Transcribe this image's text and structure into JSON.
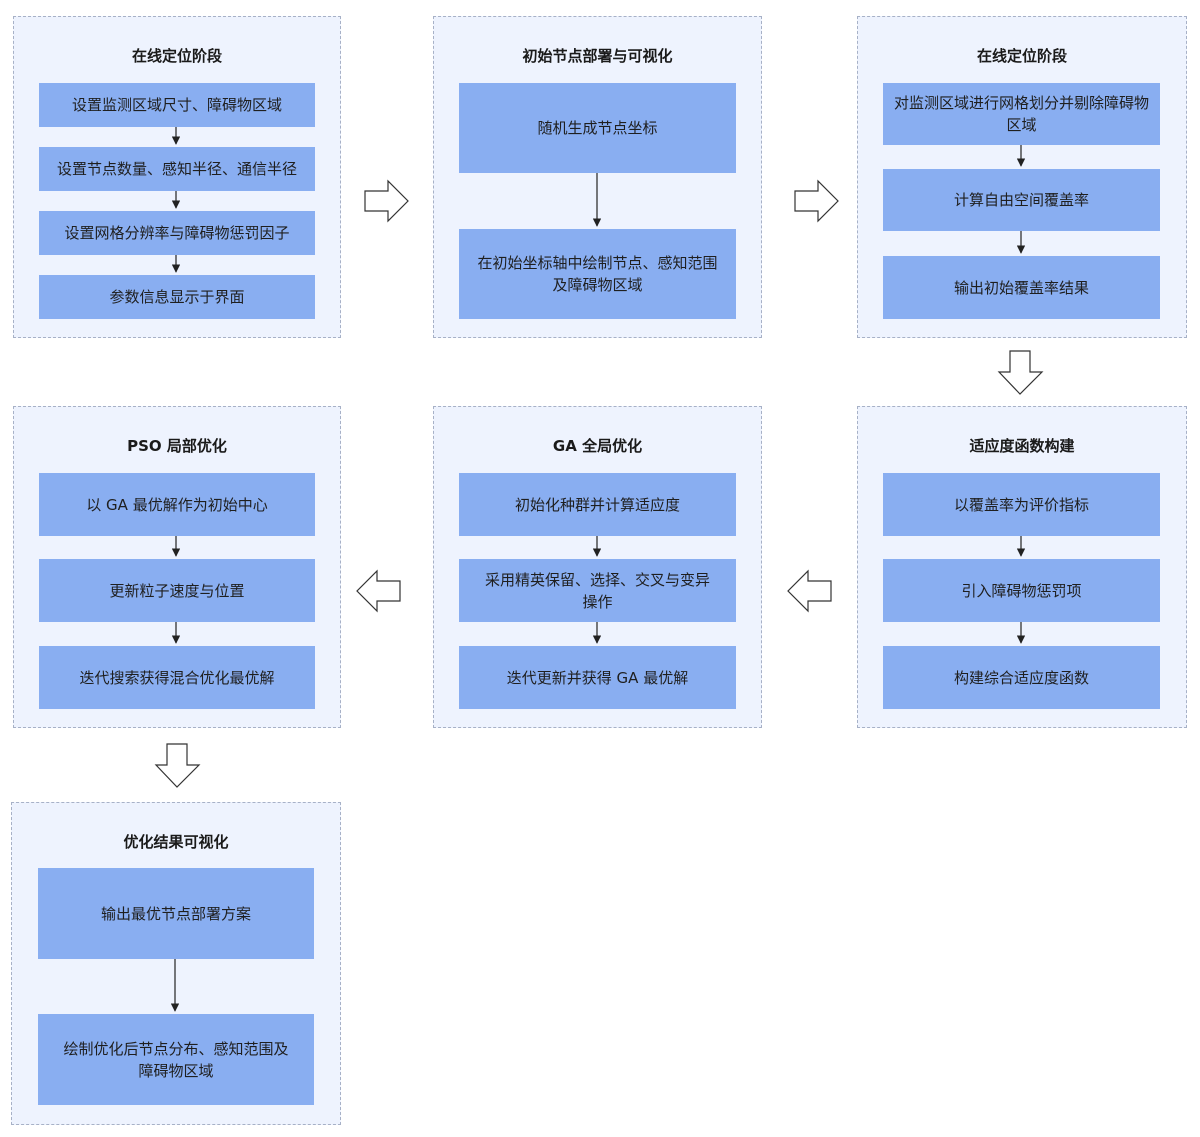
{
  "panels": [
    {
      "title": "在线定位阶段",
      "steps": [
        "设置监测区域尺寸、障碍物区域",
        "设置节点数量、感知半径、通信半径",
        "设置网格分辨率与障碍物惩罚因子",
        "参数信息显示于界面"
      ]
    },
    {
      "title": "初始节点部署与可视化",
      "steps": [
        "随机生成节点坐标",
        "在初始坐标轴中绘制节点、感知范围及障碍物区域"
      ]
    },
    {
      "title": "在线定位阶段",
      "steps": [
        "对监测区域进行网格划分并剔除障碍物区域",
        "计算自由空间覆盖率",
        "输出初始覆盖率结果"
      ]
    },
    {
      "title": "适应度函数构建",
      "steps": [
        "以覆盖率为评价指标",
        "引入障碍物惩罚项",
        "构建综合适应度函数"
      ]
    },
    {
      "title": "GA 全局优化",
      "steps": [
        "初始化种群并计算适应度",
        "采用精英保留、选择、交叉与变异操作",
        "迭代更新并获得 GA 最优解"
      ]
    },
    {
      "title": "PSO 局部优化",
      "steps": [
        "以 GA 最优解作为初始中心",
        "更新粒子速度与位置",
        "迭代搜索获得混合优化最优解"
      ]
    },
    {
      "title": "优化结果可视化",
      "steps": [
        "输出最优节点部署方案",
        "绘制优化后节点分布、感知范围及障碍物区域"
      ]
    }
  ],
  "colors": {
    "panel_fill": "#eef3fe",
    "panel_border": "#a7b1c7",
    "step_fill": "#89aef1",
    "connector": "#222222"
  },
  "flow_arrows": [
    "right",
    "right",
    "down",
    "left",
    "left",
    "down"
  ]
}
